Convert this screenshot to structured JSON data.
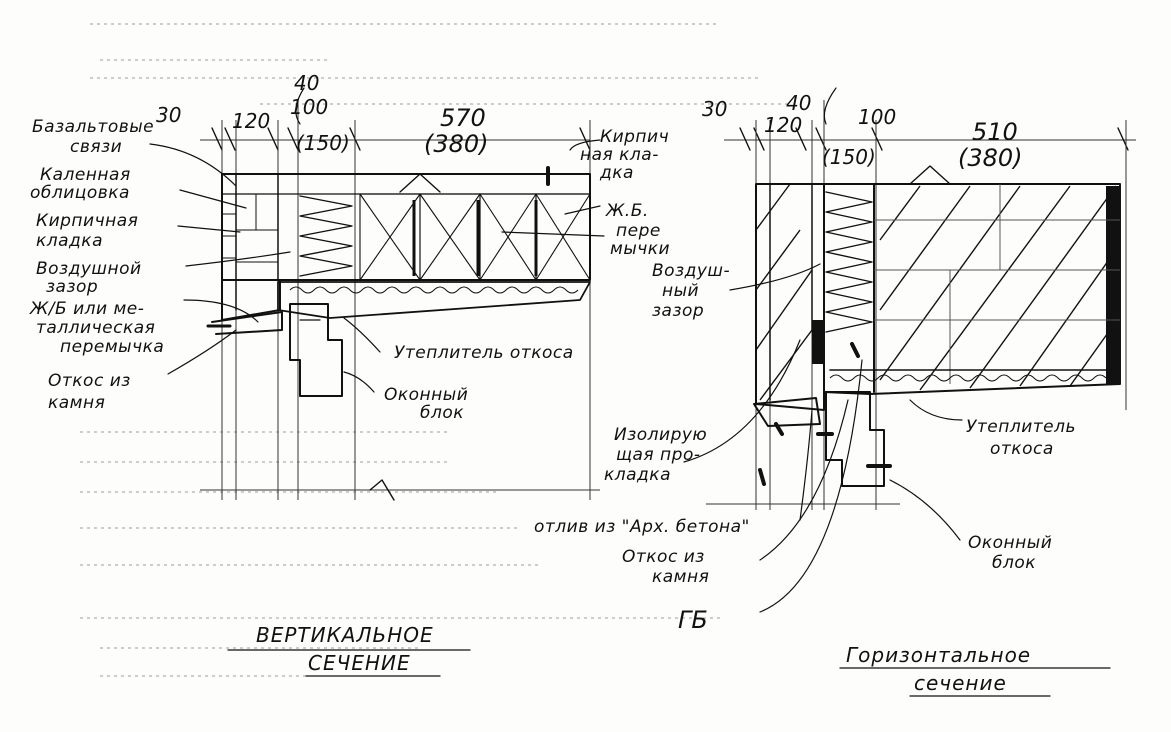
{
  "vertical_section": {
    "title_line1": "ВЕРТИКАЛЬНОЕ",
    "title_line2": "СЕЧЕНИЕ",
    "dims": {
      "d30": "30",
      "d120": "120",
      "d40": "40",
      "d100": "100",
      "d150": "(150)",
      "d570": "570",
      "d380": "(380)"
    },
    "labels": {
      "bazaltovye_1": "Базальтовые",
      "bazaltovye_2": "связи",
      "kolenaya_1": "Каленная",
      "kolenaya_2": "облицовка",
      "kirpich_1": "Кирпичная",
      "kirpich_2": "кладка",
      "vozdush_1": "Воздушной",
      "vozdush_2": "зазор",
      "zhb_1": "Ж/Б или ме-",
      "zhb_2": "таллическая",
      "zhb_3": "перемычка",
      "otkos_1": "Откос из",
      "otkos_2": "камня",
      "kirpich_r1": "Кирпич",
      "kirpich_r2": "ная кла-",
      "kirpich_r3": "дка",
      "peremychki_1": "Ж.Б.",
      "peremychki_2": "пере",
      "peremychki_3": "мычки",
      "uteplitel": "Утеплитель откоса",
      "okonny_1": "Оконный",
      "okonny_2": "блок"
    }
  },
  "horizontal_section": {
    "title_line1": "Горизонтальное",
    "title_line2": "сечение",
    "dims": {
      "d30": "30",
      "d120": "120",
      "d40": "40",
      "d100": "100",
      "d150": "(150)",
      "d510": "510",
      "d380": "(380)"
    },
    "labels": {
      "vozdush_1": "Воздуш-",
      "vozdush_2": "ный",
      "vozdush_3": "зазор",
      "izol_1": "Изолирую",
      "izol_2": "щая про-",
      "izol_3": "кладка",
      "otlive": "отлив из \"Арх. бетона\"",
      "otkos_1": "Откос из",
      "otkos_2": "камня",
      "gb": "ГБ",
      "uteplitel_1": "Утеплитель",
      "uteplitel_2": "откоса",
      "okonny_1": "Оконный",
      "okonny_2": "блок"
    }
  }
}
